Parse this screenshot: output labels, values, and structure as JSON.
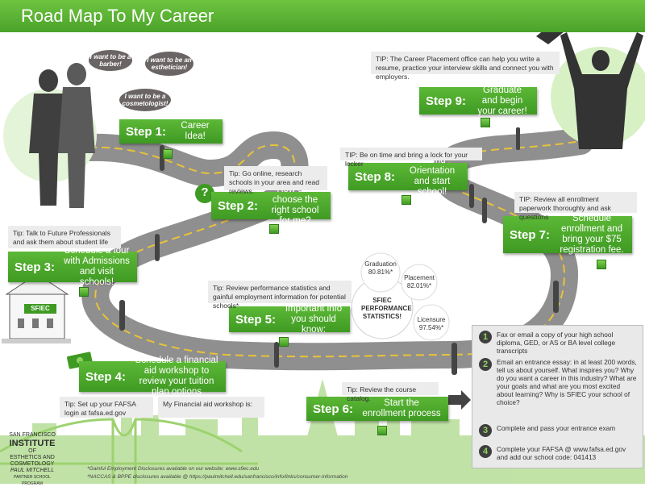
{
  "title": "Road Map To My Career",
  "bubbles": [
    "I want to be a barber!",
    "I want to be an esthetician!",
    "I want to be a cosmetologist!"
  ],
  "steps": [
    {
      "num": "Step 1:",
      "text": "Career Idea!"
    },
    {
      "num": "Step 2:",
      "text": "How do I choose the right school for me?"
    },
    {
      "num": "Step 3:",
      "text": "Schedule a tour with Admissions and visit schools!"
    },
    {
      "num": "Step 4:",
      "text": "Schedule a financial aid workshop to review your tuition plan options"
    },
    {
      "num": "Step 5:",
      "text": "Important info you should know:"
    },
    {
      "num": "Step 6:",
      "text": "Start the enrollment process"
    },
    {
      "num": "Step 7:",
      "text": "Schedule enrollment and bring your $75 registration fee."
    },
    {
      "num": "Step 8:",
      "text": "Attend Orientation and start school!"
    },
    {
      "num": "Step 9:",
      "text": "Graduate and begin your career!"
    }
  ],
  "tips": {
    "step2": "Tip: Go online, research schools in your area and read reviews.",
    "step3": "Tip: Talk to Future Professionals and ask them about student life",
    "step4": "Tip: Set up your FAFSA login at fafsa.ed.gov",
    "step4b": "My Financial aid workshop is:",
    "step5": "Tip: Review performance statistics and gainful employment information for potential schools*",
    "step6": "Tip: Review the course catalog.",
    "step7": "TIP: Review all enrollment paperwork thoroughly and ask questions",
    "step8": "TIP: Be on time and bring a lock for your locker",
    "step9": "TIP: The Career Placement office can help you write a resume, practice your interview skills and connect you with employers."
  },
  "stats": {
    "center": "SFIEC PERFORMANCE STATISTICS!",
    "graduation_label": "Graduation",
    "graduation_value": "80.81%*",
    "placement_label": "Placement",
    "placement_value": "82.01%*",
    "licensure_label": "Licensure",
    "licensure_value": "97.54%*"
  },
  "school_sign": "SFIEC",
  "checklist": [
    {
      "num": "1",
      "text": "Fax or email a copy of your high school diploma, GED, or AS or BA level college transcripts"
    },
    {
      "num": "2",
      "text": "Email an entrance essay: in at least 200 words, tell us about yourself. What inspires you? Why do you want a career in this industry? What are your goals and what are you most excited about learning? Why is SFIEC your school of choice?"
    },
    {
      "num": "3",
      "text": "Complete and pass your entrance exam"
    },
    {
      "num": "4",
      "text": "Complete your FAFSA @ www.fafsa.ed.gov and add our school code: 041413"
    }
  ],
  "footnotes": [
    "*Gainful Employment Disclosures available on our website: www.sfiec.edu",
    "*NACCAS & BPPE disclosures available @ https://paulmitchell.edu/sanfrancisco/info/links/consumer-information"
  ],
  "logo": {
    "line1": "SAN FRANCISCO",
    "line2": "INSTITUTE",
    "line3": "OF",
    "line4": "ESTHETICS AND",
    "line5": "COSMETOLOGY",
    "line6": "PAUL MITCHELL",
    "line7": "PARTNER SCHOOL PROGRAM"
  },
  "question_mark": "?",
  "colors": {
    "brand_green": "#4aa22a",
    "road": "#8a8a8a",
    "road_line": "#e8c33a",
    "tip_bg": "#ececec"
  }
}
